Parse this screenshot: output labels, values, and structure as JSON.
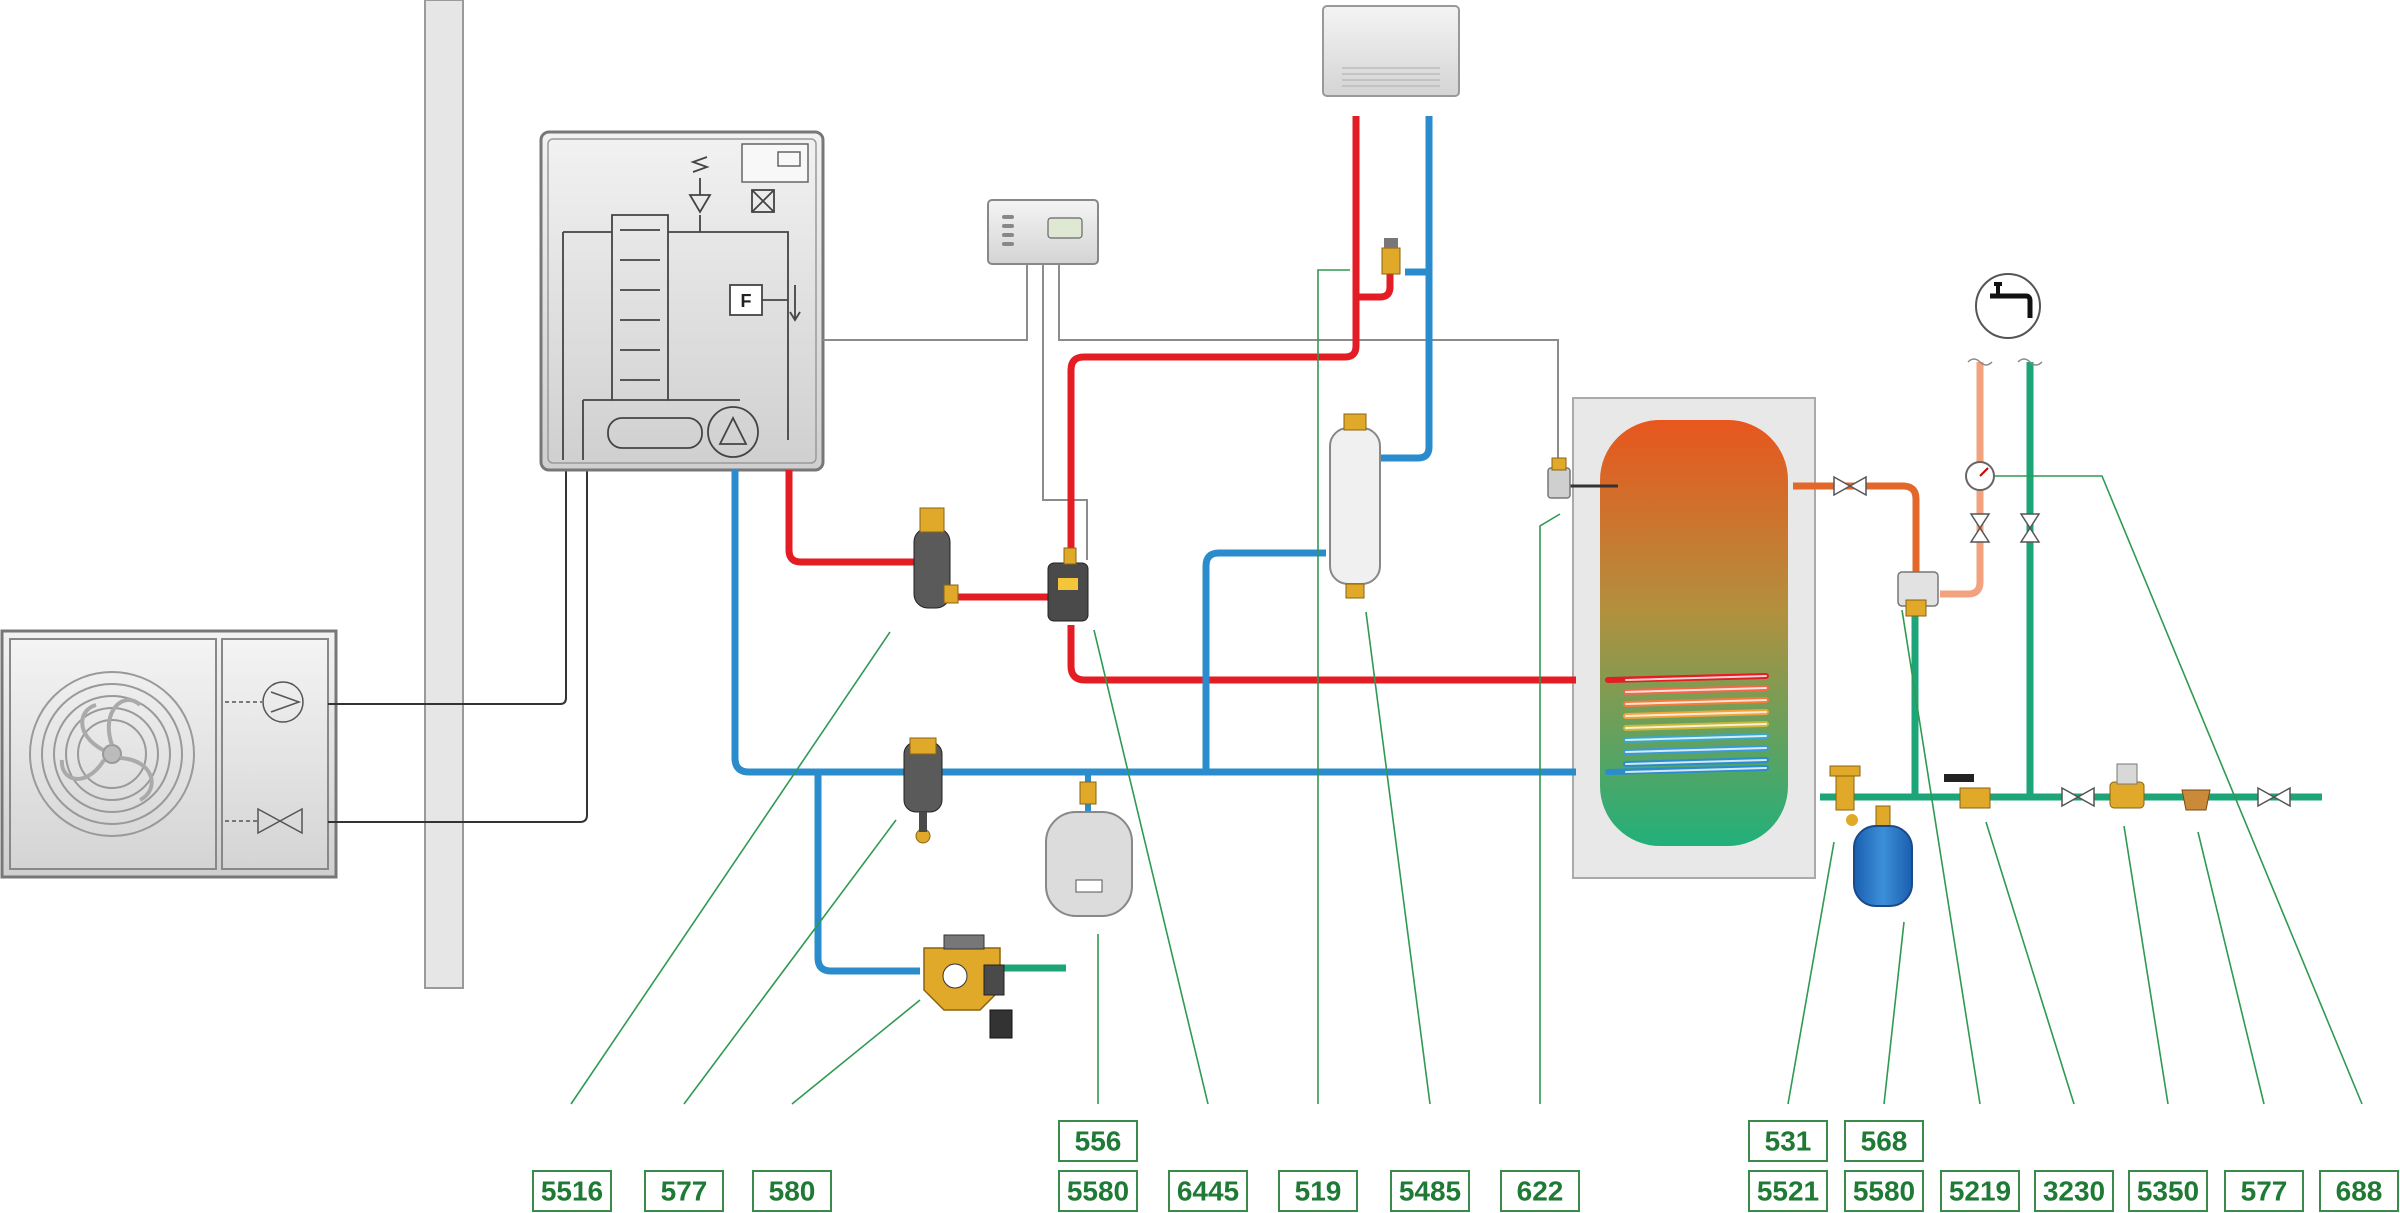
{
  "labels": {
    "c5516": "5516",
    "c577a": "577",
    "c580": "580",
    "c556": "556",
    "c5580a": "5580",
    "c6445": "6445",
    "c519": "519",
    "c5485": "5485",
    "c622": "622",
    "c531": "531",
    "c5521": "5521",
    "c568": "568",
    "c5580b": "5580",
    "c5219": "5219",
    "c3230": "3230",
    "c5350": "5350",
    "c577b": "577",
    "c688": "688"
  },
  "controller_indicoator": "F",
  "colors": {
    "hot_pipe": "#e41c24",
    "cold_pipe": "#2a8ccc",
    "dhw_pipe": "#e4672a",
    "cold_water_pipe": "#1da57a",
    "code_text": "#1e7a35"
  }
}
